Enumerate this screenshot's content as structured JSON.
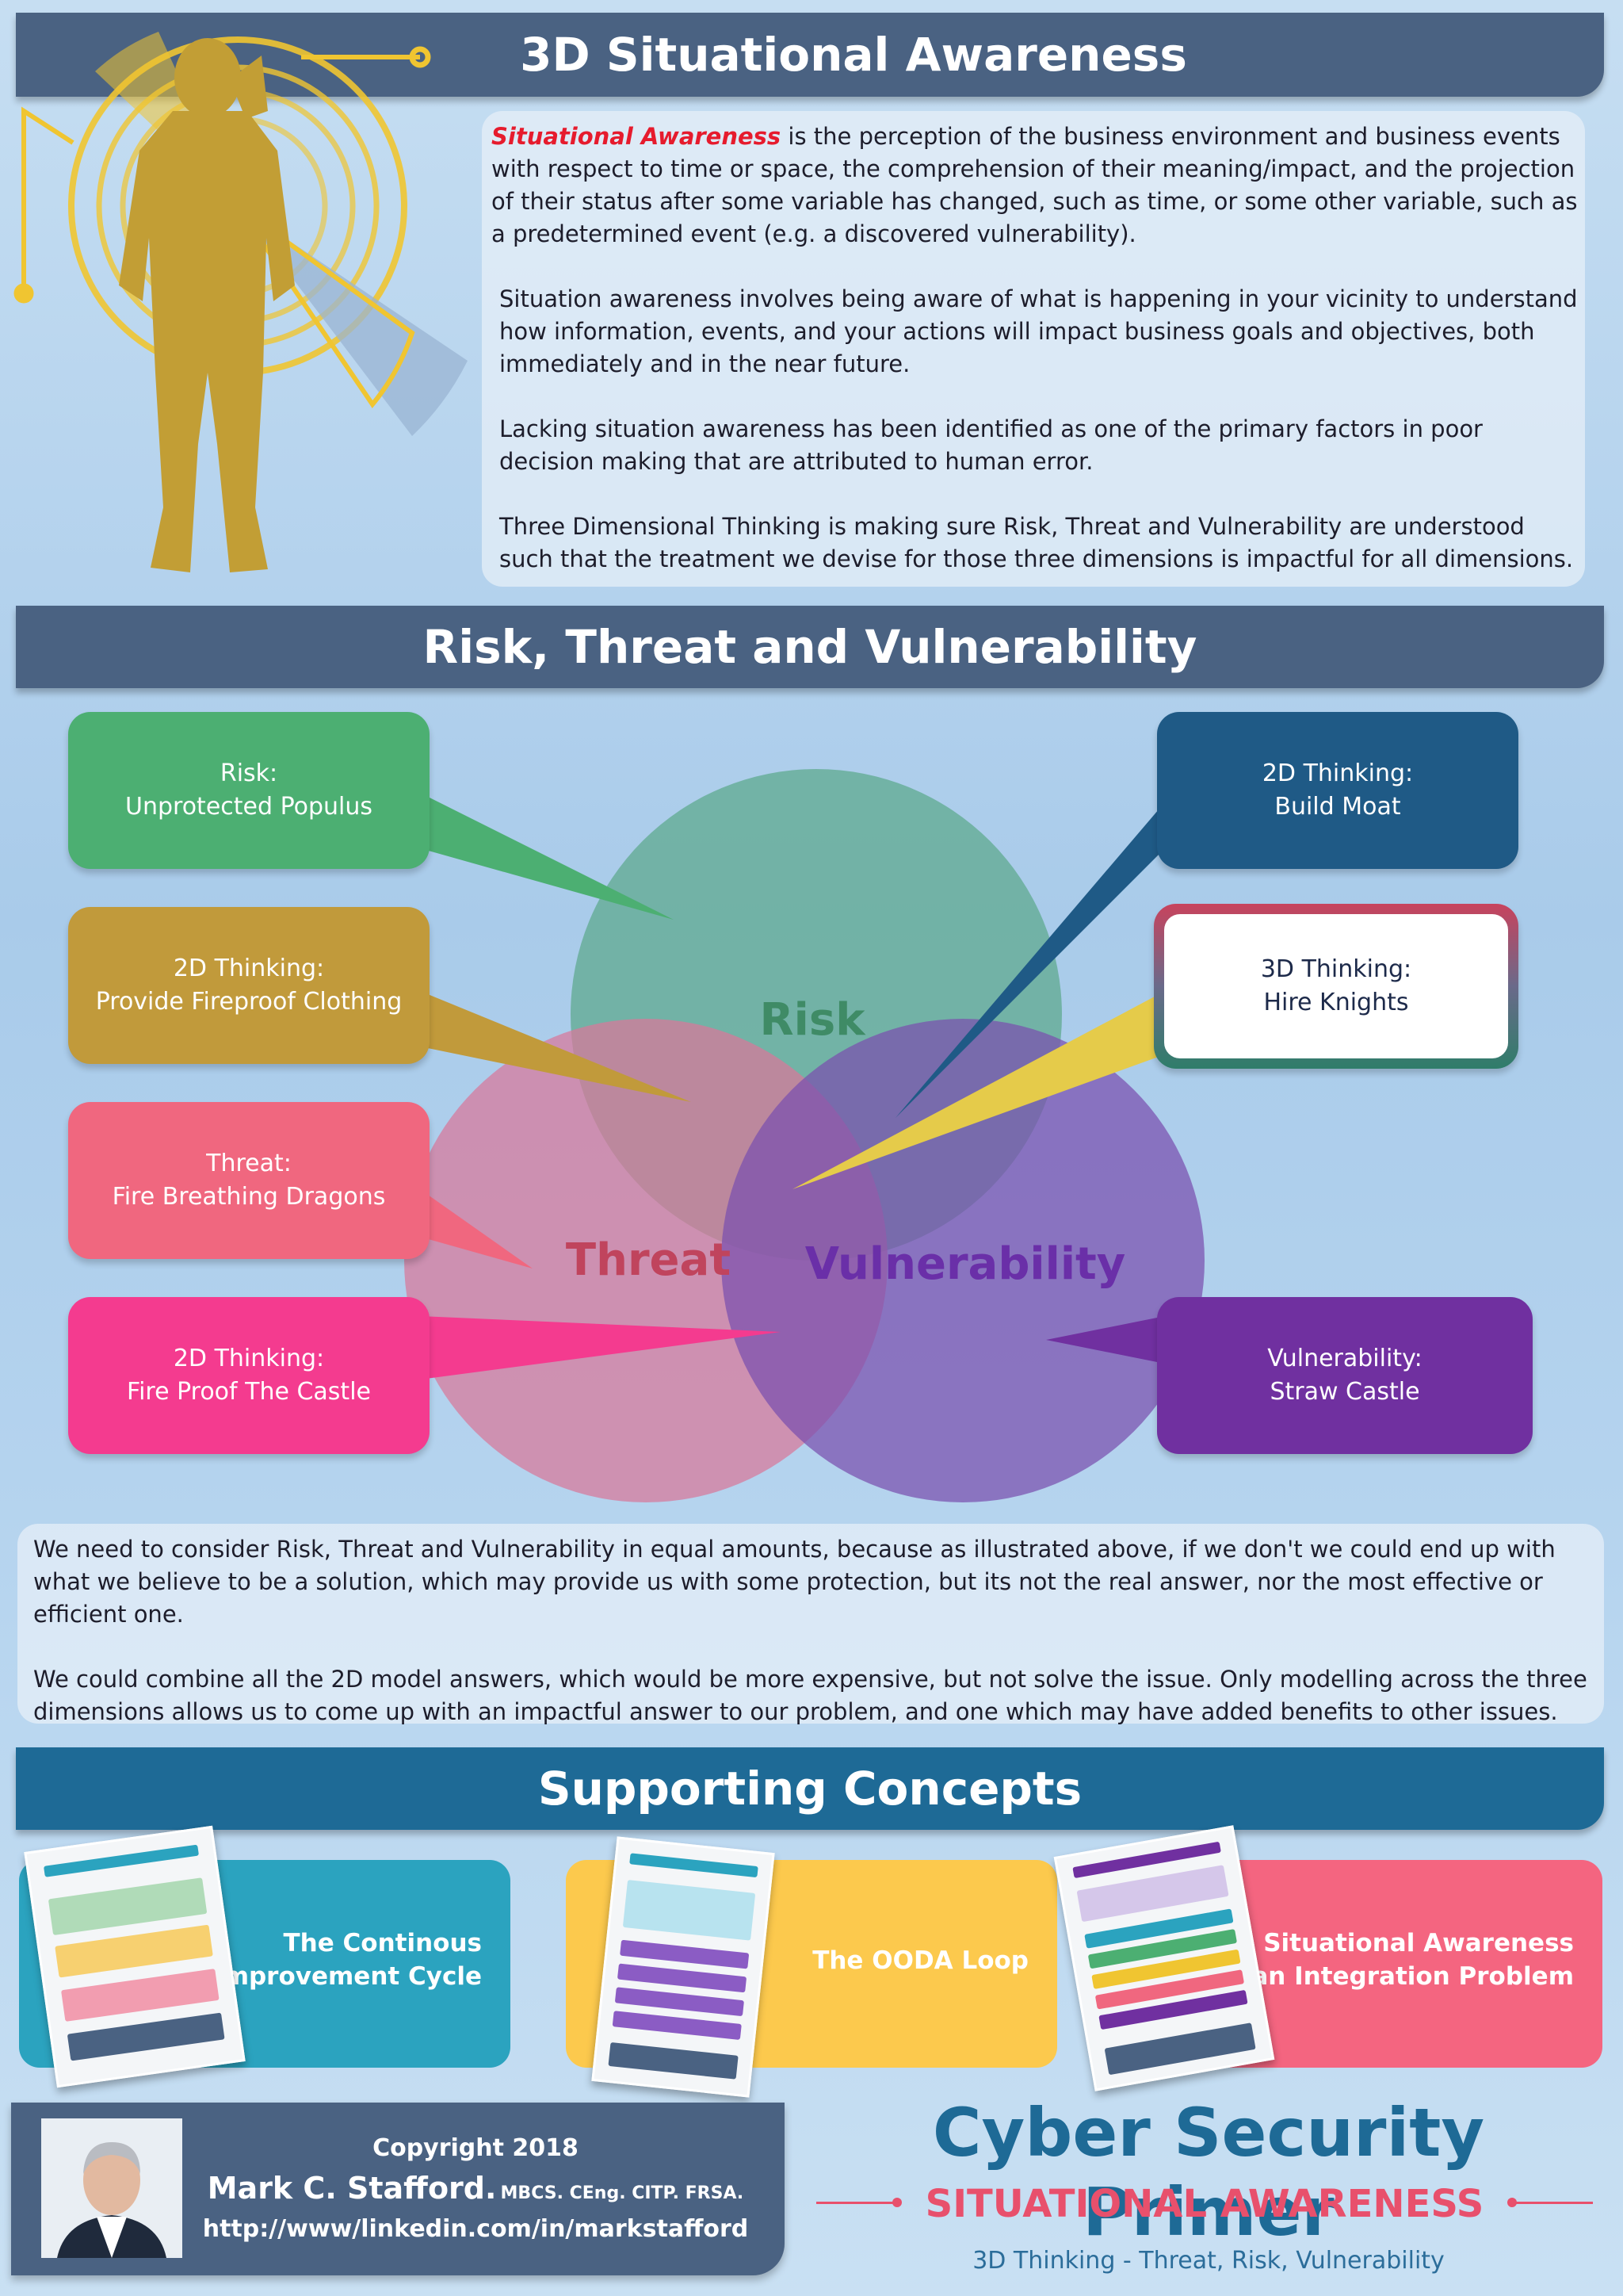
{
  "header": {
    "title": "3D Situational Awareness"
  },
  "intro": {
    "lead_term": "Situational Awareness",
    "lead_rest": " is the perception of the business environment and business events with respect to time or space, the comprehension of their meaning/impact, and the projection of their status after some variable has changed, such as time, or some other variable, such as a predetermined event (e.g. a discovered vulnerability).",
    "p2": "Situation awareness involves being aware of what is happening in your vicinity to understand how information, events, and your actions will impact business goals and objectives, both immediately and in the near future.",
    "p3": "Lacking situation awareness has been identified as one of the primary factors in poor decision making that are attributed to human error.",
    "p4": "Three Dimensional Thinking is making sure Risk, Threat and Vulnerability are understood such that the treatment we devise for those three dimensions is impactful for all dimensions."
  },
  "section2": {
    "title": "Risk, Threat and Vulnerability"
  },
  "venn": {
    "risk_label": "Risk",
    "threat_label": "Threat",
    "vulnerability_label": "Vulnerability",
    "colors": {
      "risk": "#5fa98f",
      "threat": "#d8779a",
      "vulnerability": "#7a4fae"
    }
  },
  "callouts": {
    "risk": {
      "line1": "Risk:",
      "line2": "Unprotected Populus",
      "color": "#4caf72"
    },
    "fireproof_clothing": {
      "line1": "2D Thinking:",
      "line2": "Provide Fireproof Clothing",
      "color": "#c19a3b"
    },
    "threat": {
      "line1": "Threat:",
      "line2": "Fire Breathing Dragons",
      "color": "#f0677f"
    },
    "fireproof_castle": {
      "line1": "2D Thinking:",
      "line2": "Fire Proof The Castle",
      "color": "#f43b8f"
    },
    "build_moat": {
      "line1": "2D Thinking:",
      "line2": "Build Moat",
      "color": "#1f5a86"
    },
    "hire_knights": {
      "line1": "3D Thinking:",
      "line2": "Hire Knights",
      "color": "#ffffff"
    },
    "straw_castle": {
      "line1": "Vulnerability:",
      "line2": "Straw Castle",
      "color": "#7030a0"
    }
  },
  "explanation": {
    "p1": "We need to consider Risk, Threat and Vulnerability in equal amounts, because as illustrated above, if we don't we could end up with what we believe to be a solution, which may provide us with some protection, but its not the real answer, nor the most effective or efficient one.",
    "p2": "We could combine all the 2D model answers, which would be more expensive, but not solve the issue.  Only modelling across the three dimensions allows us to come up with an impactful answer to our problem, and one which may have added benefits to other issues."
  },
  "section3": {
    "title": "Supporting Concepts"
  },
  "concepts": [
    {
      "line1": "The Continous",
      "line2": "Improvement Cycle",
      "color": "#2ba3bf"
    },
    {
      "line1": "The OODA Loop",
      "line2": "",
      "color": "#fcc94d"
    },
    {
      "line1": "Situational Awareness",
      "line2": "Its an Integration Problem",
      "color": "#f46580"
    }
  ],
  "footer": {
    "copyright": "Copyright 2018",
    "author": "Mark C. Stafford.",
    "credentials": "MBCS. CEng. CITP. FRSA.",
    "url": "http://www/linkedin.com/in/markstafford",
    "brand": "Cyber Security Primer",
    "subject": "SITUATIONAL AWARENESS",
    "tagline": "3D Thinking - Threat, Risk, Vulnerability"
  },
  "colors": {
    "banner": "#4a6282",
    "banner_teal": "#1e6a96",
    "accent_red": "#e61b2d",
    "brand_blue": "#1e6a96",
    "subject_pink": "#e8506c"
  }
}
